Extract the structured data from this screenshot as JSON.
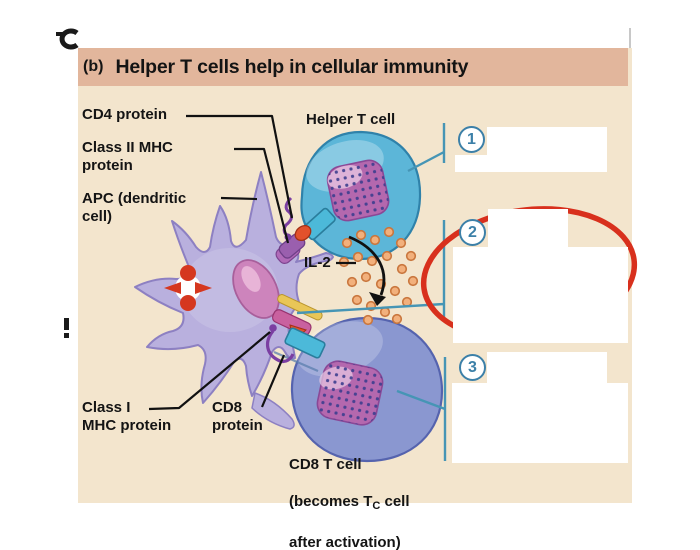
{
  "title": {
    "prefix": "(b)",
    "text": "Helper T cells help in cellular immunity"
  },
  "labels": {
    "cd4": "CD4 protein",
    "class2_mhc": "Class II MHC\nprotein",
    "apc": "APC (dendritic\ncell)",
    "helper_t_cell": "Helper T cell",
    "il2": "IL-2",
    "class1_mhc": "Class I\nMHC protein",
    "cd8": "CD8\nprotein",
    "cd8_t_cell_line1": "CD8 T cell",
    "cd8_t_cell_line2_pre": "(becomes T",
    "cd8_t_cell_line2_sub": "C",
    "cd8_t_cell_line2_post": " cell",
    "cd8_t_cell_line3": "after activation)"
  },
  "steps": [
    {
      "number": "1"
    },
    {
      "number": "2"
    },
    {
      "number": "3"
    }
  ],
  "colors": {
    "panel-bg": "#f3e5cd",
    "banner-bg": "#e2b69c",
    "ink": "#141414",
    "step-blue": "#3c80a8",
    "line-blue": "#4695b5",
    "annotation-red": "#d8301d",
    "answer-box": "#ffffff",
    "apc-cell": "#b9b0de",
    "apc-edge": "#8d80c2",
    "apc-nucleus": "#cd84bc",
    "helper-cell": "#5cb6d8",
    "helper-edge": "#2f82aa",
    "cd8-cell": "#8a97d0",
    "cd8-edge": "#5563ae",
    "nucleus-purple": "#b468ae",
    "nucleus-edge": "#8a4896",
    "il2-dot": "#f2b07c",
    "il2-dot-edge": "#c9763d",
    "receptor-cyan": "#4cb9d9",
    "receptor-edge": "#2a7d9c",
    "mhc-purple": "#9a5fae",
    "mhc-pink": "#c9619f",
    "antigen-orange": "#e2512b",
    "antigen-edge": "#a33015",
    "yellow-band": "#e9c657",
    "star-red": "#d5371f"
  }
}
